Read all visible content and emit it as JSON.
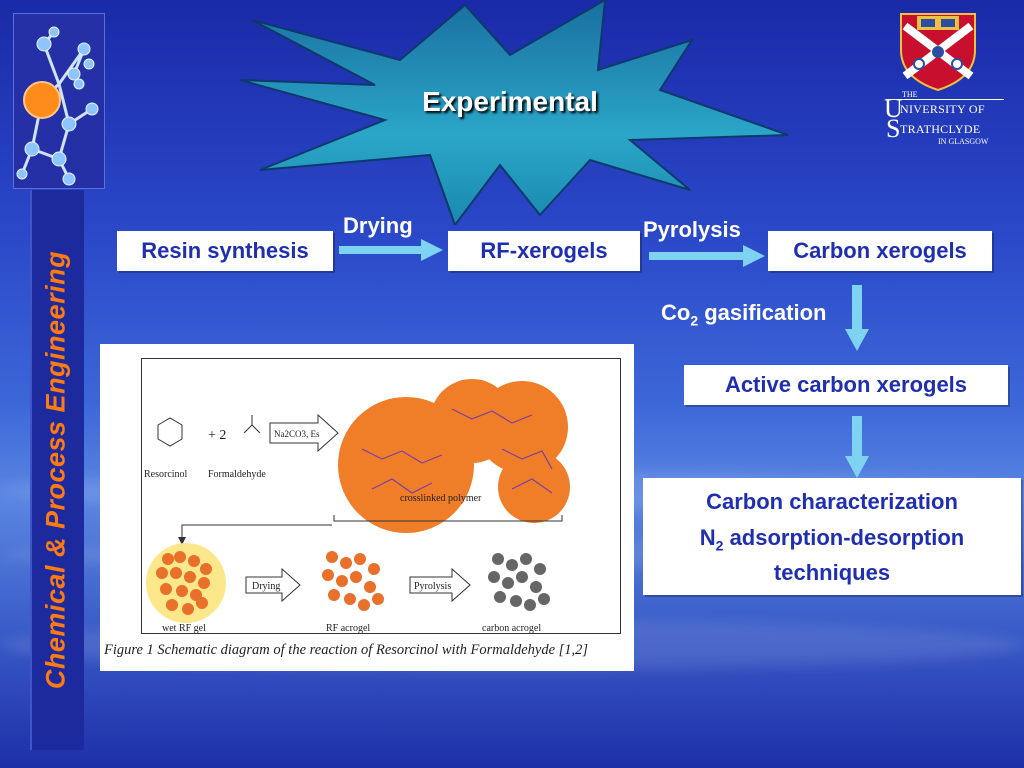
{
  "slide": {
    "title": "Experimental",
    "sidebar_title": "Chemical & Process Engineering"
  },
  "university": {
    "the": "THE",
    "u_initial": "U",
    "line1": "NIVERSITY OF",
    "s_initial": "S",
    "line2": "TRATHCLYDE",
    "line3": "IN GLASGOW"
  },
  "flow": {
    "resin_synthesis": "Resin synthesis",
    "drying": "Drying",
    "rf_xerogels": "RF-xerogels",
    "pyrolysis": "Pyrolysis",
    "carbon_xerogels": "Carbon xerogels",
    "co2_prefix": "Co",
    "co2_sub": "2",
    "co2_suffix": " gasification",
    "active_carbon": "Active carbon xerogels",
    "characterization": "Carbon characterization",
    "n2_prefix": "N",
    "n2_sub": "2",
    "n2_suffix": " adsorption-desorption",
    "techniques": "techniques"
  },
  "figure": {
    "caption": "Figure 1 Schematic diagram of the reaction of Resorcinol with Formaldehyde [1,2]",
    "resorcinol": "Resorcinol",
    "formaldehyde": "Formaldehyde",
    "plus_two": "+ 2",
    "catalyst": "Na2CO3, Es",
    "crosslinked": "crosslinked polymer",
    "wet_gel": "wet RF gel",
    "rf_aerogel": "RF acrogel",
    "carbon_aerogel": "carbon acrogel",
    "drying": "Drying",
    "pyrolysis": "Pyrolysis"
  },
  "colors": {
    "box_text": "#1f2fb0",
    "accent_orange": "#ff7a10",
    "arrow": "#7fd3f2",
    "star_fill": "#2a9dc0"
  }
}
